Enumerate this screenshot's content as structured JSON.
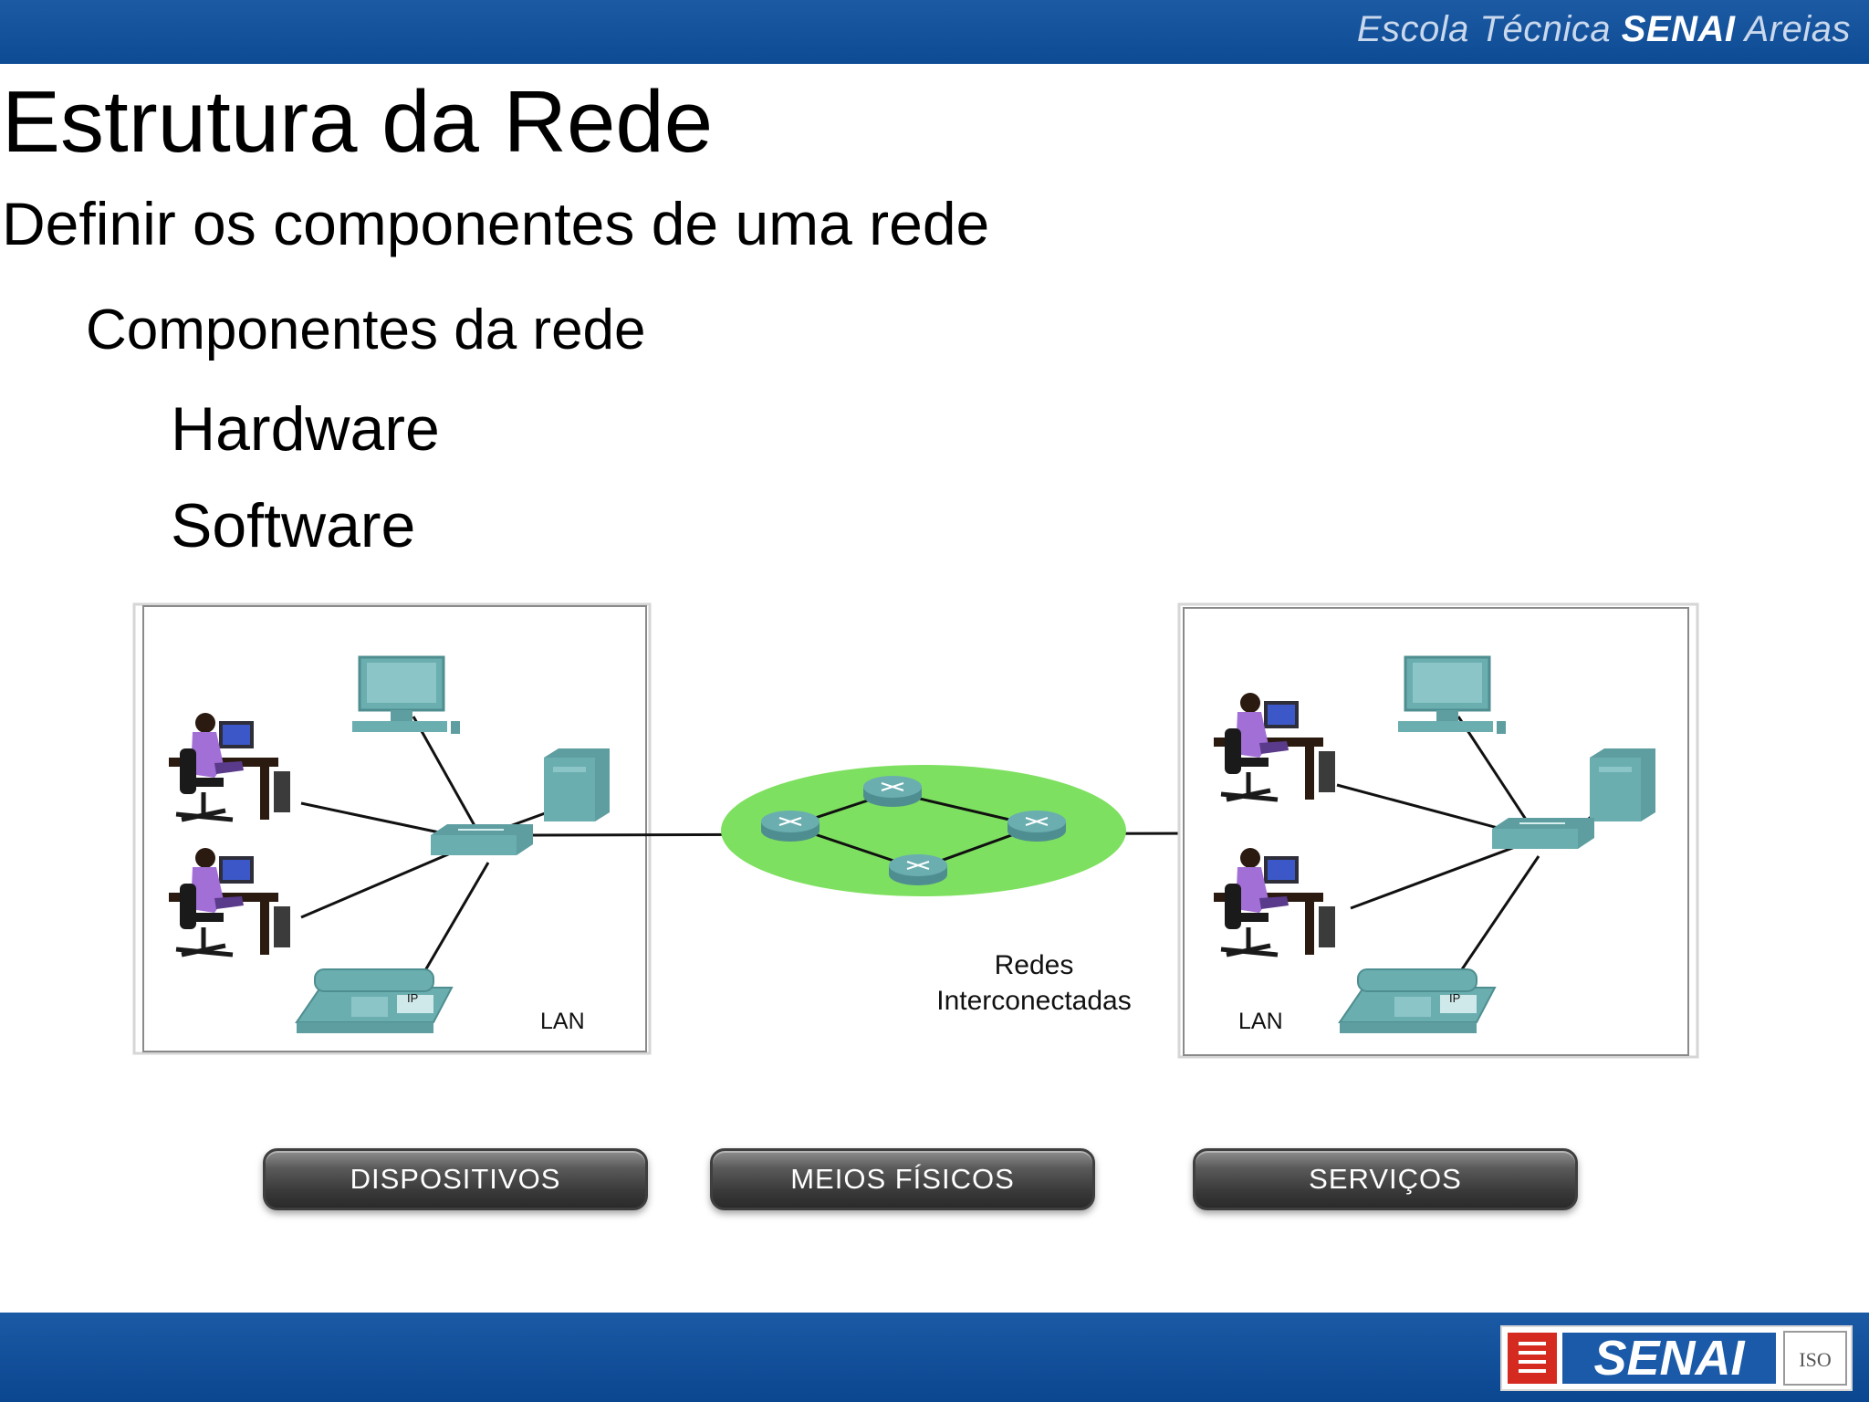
{
  "header": {
    "school_prefix": "Escola Técnica",
    "school_brand": "SENAI",
    "school_suffix": "Areias"
  },
  "slide": {
    "title": "Estrutura da Rede",
    "subtitle": "Definir os componentes de uma rede",
    "level1": "Componentes da rede",
    "level2": [
      "Hardware",
      "Software"
    ]
  },
  "diagram": {
    "left_lan_label": "LAN",
    "right_lan_label": "LAN",
    "cloud_label_line1": "Redes",
    "cloud_label_line2": "Interconectadas",
    "phone_badge": "IP"
  },
  "buttons": [
    {
      "label": "DISPOSITIVOS"
    },
    {
      "label": "MEIOS FÍSICOS"
    },
    {
      "label": "SERVIÇOS"
    }
  ],
  "footer": {
    "logo_text": "SENAI",
    "iso_text": "ISO"
  },
  "colors": {
    "header_blue": "#0d4b95",
    "device_teal": "#6aaeb0",
    "cloud_green": "#7ee060",
    "person_purple": "#a26fd6",
    "logo_red": "#d42a1f"
  }
}
